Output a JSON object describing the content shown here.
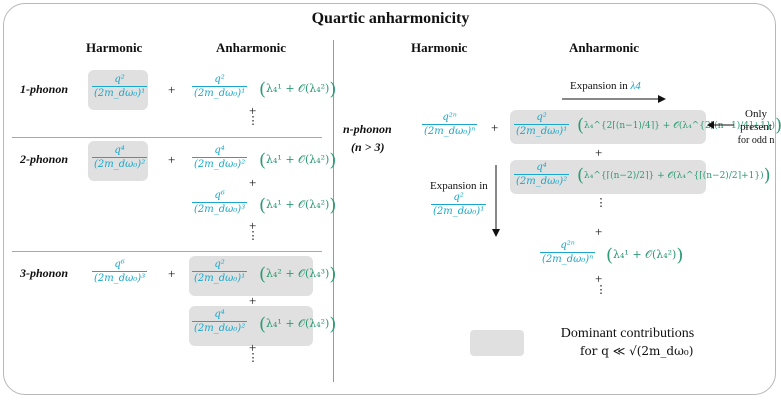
{
  "title": "Quartic anharmonicity",
  "headers": {
    "left_harmonic": "Harmonic",
    "left_anharmonic": "Anharmonic",
    "right_harmonic": "Harmonic",
    "right_anharmonic": "Anharmonic"
  },
  "rows": {
    "one": {
      "label": "1-phonon"
    },
    "two": {
      "label": "2-phonon"
    },
    "three": {
      "label": "3-phonon"
    },
    "n": {
      "label": "n-phonon",
      "cond": "(n > 3)"
    }
  },
  "math": {
    "q2": "q²",
    "q4": "q⁴",
    "q6": "q⁶",
    "q2n": "q²ⁿ",
    "d1": "(2m_dω₀)¹",
    "d2": "(2m_dω₀)²",
    "d3": "(2m_dω₀)³",
    "dn": "(2m_dω₀)ⁿ",
    "corr_l1": "λ₄¹ + 𝒪(λ₄²)",
    "corr_l2": "λ₄² + 𝒪(λ₄³)",
    "corr_nodd": "λ₄^{2⌈(n−1)/4⌉} + 𝒪(λ₄^{2⌈(n−1)/4⌉+1})",
    "corr_n2": "λ₄^{⌈(n−2)/2⌉} + 𝒪(λ₄^{⌈(n−2)/2⌉+1})",
    "plus": "+",
    "dots": "⋮"
  },
  "annotations": {
    "expansion_lambda_prefix": "Expansion in",
    "expansion_lambda_symbol": "λ4",
    "expansion_q_prefix": "Expansion in",
    "only_present": [
      "Only",
      "present",
      "for odd n"
    ]
  },
  "legend": {
    "title": "Dominant contributions",
    "condition": "for  q ≪ √(2m_dω₀)"
  },
  "colors": {
    "harmonic": "#1aa7c9",
    "anharmonic": "#2c9a72",
    "highlight": "#e0e0e0"
  }
}
